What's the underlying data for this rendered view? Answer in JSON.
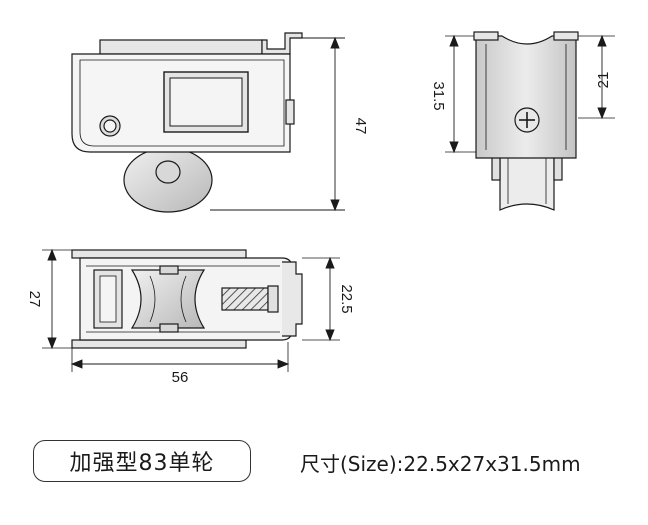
{
  "dimensions": {
    "side_height": "47",
    "end_height": "31.5",
    "end_partial": "21",
    "top_height": "27",
    "top_inner_height": "22.5",
    "top_length": "56"
  },
  "labels": {
    "product_name": "加强型83单轮",
    "size": "尺寸(Size):22.5x27x31.5mm"
  },
  "colors": {
    "line": "#1a1a1a",
    "fill": "#d9d9d9",
    "background": "#ffffff"
  }
}
